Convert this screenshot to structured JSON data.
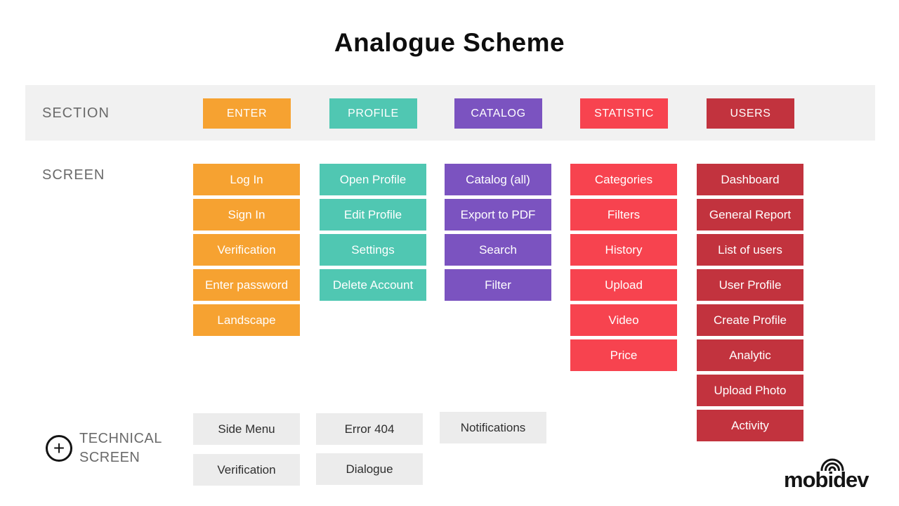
{
  "title": "Analogue Scheme",
  "row_labels": {
    "section": "SECTION",
    "screen": "SCREEN"
  },
  "colors": {
    "page_bg": "#FFFFFF",
    "band_bg": "#F1F1F1",
    "label_text": "#6A6A6A",
    "logo_text": "#141414"
  },
  "sections": [
    {
      "label": "ENTER",
      "color": "#F6A231",
      "screens": [
        "Log In",
        "Sign In",
        "Verification",
        "Enter password",
        "Landscape"
      ]
    },
    {
      "label": "PROFILE",
      "color": "#50C7B2",
      "screens": [
        "Open Profile",
        "Edit Profile",
        "Settings",
        "Delete Account"
      ]
    },
    {
      "label": "CATALOG",
      "color": "#7B53C0",
      "screens": [
        "Catalog (all)",
        "Export to PDF",
        "Search",
        "Filter"
      ]
    },
    {
      "label": "STATISTIC",
      "color": "#F7434F",
      "screens": [
        "Categories",
        "Filters",
        "History",
        "Upload",
        "Video",
        "Price"
      ]
    },
    {
      "label": "USERS",
      "color": "#C2333E",
      "screens": [
        "Dashboard",
        "General Report",
        "List of users",
        "User Profile",
        "Create Profile",
        "Analytic",
        "Upload Photo",
        "Activity"
      ]
    }
  ],
  "technical": {
    "icon_glyph": "+",
    "label_line1": "TECHNICAL",
    "label_line2": "SCREEN",
    "button_bg": "#ECECEC",
    "buttons": [
      "Side Menu",
      "Error 404",
      "Notifications",
      "Verification",
      "Dialogue"
    ]
  },
  "logo": {
    "full_text": "mobidev",
    "prefix": "mob",
    "i": "i",
    "suffix": "dev"
  }
}
